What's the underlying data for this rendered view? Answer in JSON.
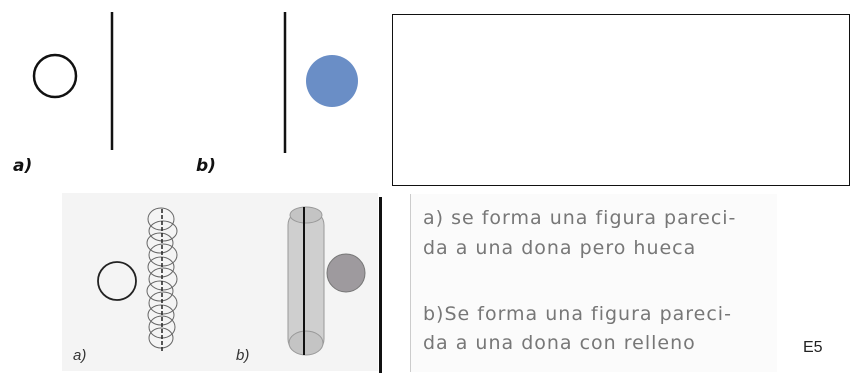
{
  "top": {
    "label_a": "a)",
    "label_b": "b)",
    "filled_disk_color": "#6a8ec6",
    "answer_box": ""
  },
  "bottom": {
    "label_a": "a)",
    "label_b": "b)",
    "answer_a_line1": "a) se forma una figura pareci-",
    "answer_a_line2": "da a una dona pero hueca",
    "answer_b_line1": "b)Se forma una figura pareci-",
    "answer_b_line2": "da a una dona con relleno",
    "student_code": "E5"
  }
}
